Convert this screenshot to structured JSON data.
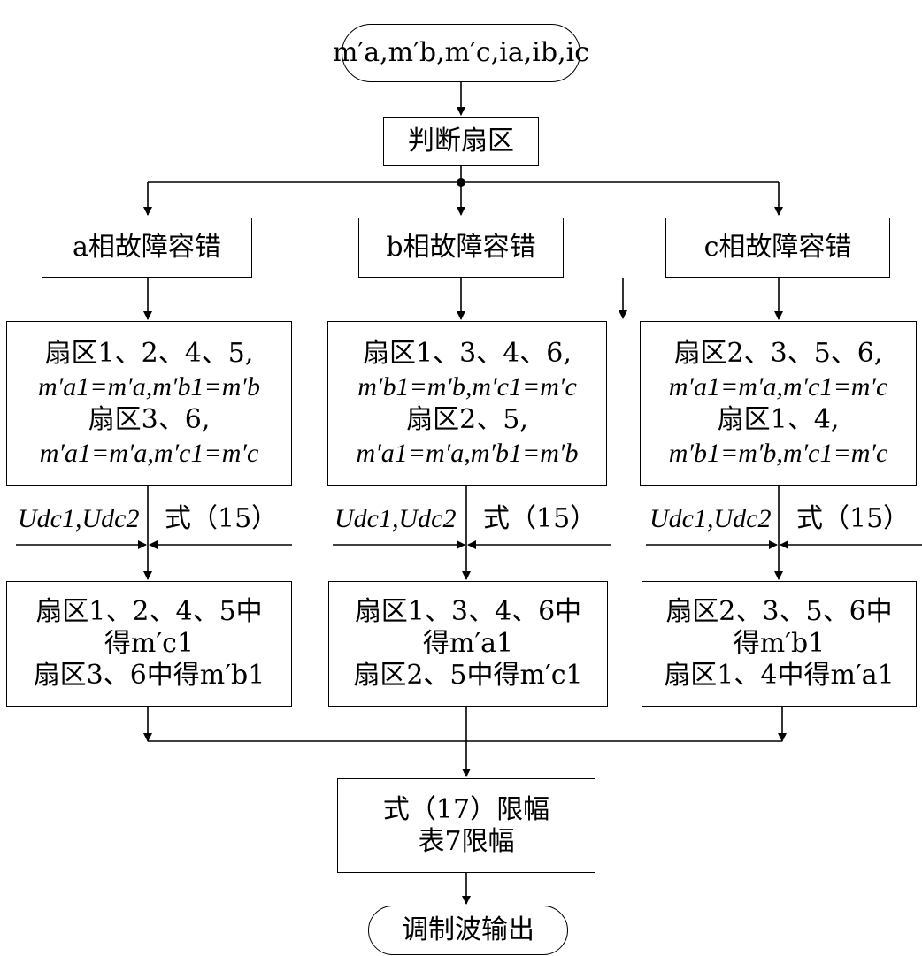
{
  "start": "m′a,m′b,m′c,ia,ib,ic",
  "judge": "判断扇区",
  "branches": [
    {
      "title": "a相故障容错",
      "sector_text": {
        "l1": "扇区1、2、4、5,",
        "l2": "m′a1=m′a,m′b1=m′b",
        "l3": "扇区3、6,",
        "l4": "m′a1=m′a,m′c1=m′c"
      },
      "input_left": "Udc1,Udc2",
      "input_right": "式（15）",
      "result_text": {
        "l1": "扇区1、2、4、5中",
        "l2": "得m′c1",
        "l3": "扇区3、6中得m′b1"
      }
    },
    {
      "title": "b相故障容错",
      "sector_text": {
        "l1": "扇区1、3、4、6,",
        "l2": "m′b1=m′b,m′c1=m′c",
        "l3": "扇区2、5,",
        "l4": "m′a1=m′a,m′b1=m′b"
      },
      "input_left": "Udc1,Udc2",
      "input_right": "式（15）",
      "result_text": {
        "l1": "扇区1、3、4、6中",
        "l2": "得m′a1",
        "l3": "扇区2、5中得m′c1"
      }
    },
    {
      "title": "c相故障容错",
      "sector_text": {
        "l1": "扇区2、3、5、6,",
        "l2": "m′a1=m′a,m′c1=m′c",
        "l3": "扇区1、4,",
        "l4": "m′b1=m′b,m′c1=m′c"
      },
      "input_left": "Udc1,Udc2",
      "input_right": "式（15）",
      "result_text": {
        "l1": "扇区2、3、5、6中",
        "l2": "得m′b1",
        "l3": "扇区1、4中得m′a1"
      }
    }
  ],
  "limit": {
    "l1": "式（17）限幅",
    "l2": "表7限幅"
  },
  "end": "调制波输出"
}
